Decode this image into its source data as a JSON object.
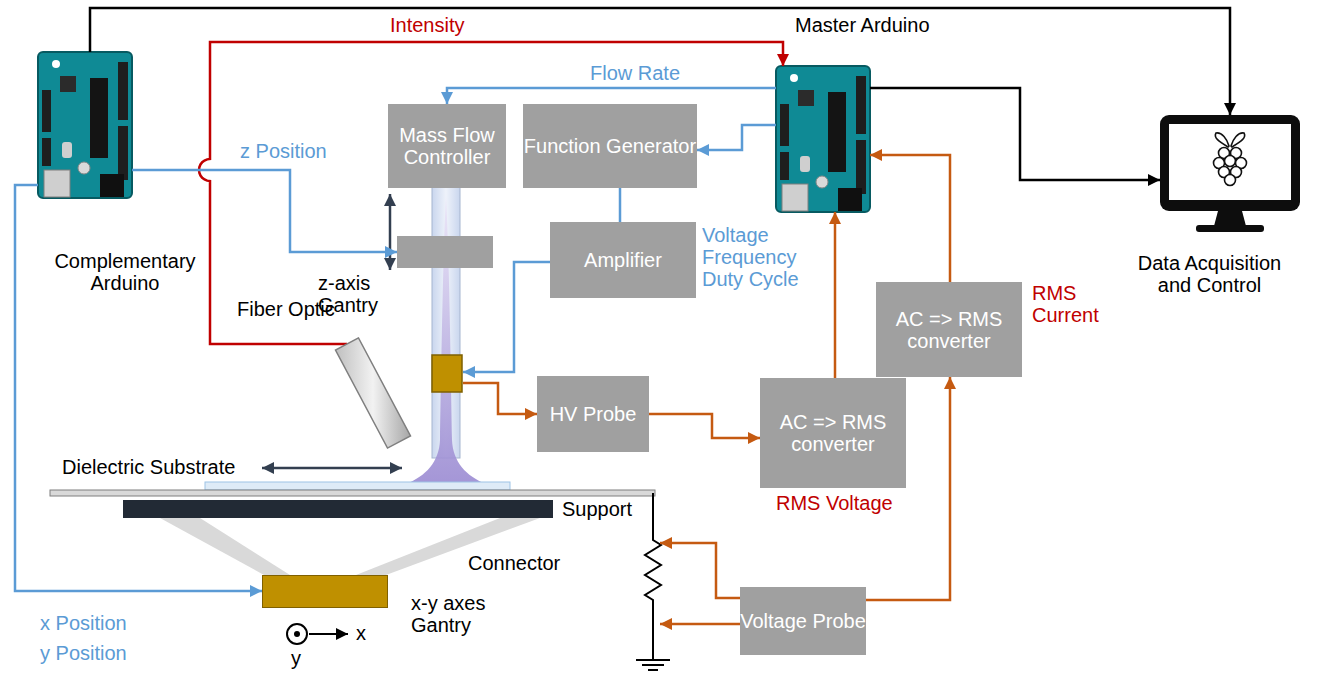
{
  "diagram": {
    "nodes": [
      {
        "text": [
          "Master Arduino"
        ]
      },
      {
        "text": [
          "Complementary Arduino"
        ]
      },
      {
        "text": [
          "Mass Flow Controller"
        ]
      },
      {
        "text": [
          "Function Generator"
        ]
      },
      {
        "text": [
          "Data Acquisition and Control"
        ]
      },
      {
        "text": [
          "z-axis Gantry"
        ]
      },
      {
        "text": [
          "Amplifier"
        ]
      },
      {
        "text": [
          "AC => RMS converter"
        ]
      },
      {
        "text": [
          "Fiber Optic"
        ]
      },
      {
        "text": [
          "HV Probe"
        ]
      },
      {
        "text": [
          "AC => RMS converter"
        ]
      },
      {
        "text": [
          "x-y axes Gantry"
        ]
      },
      {
        "text": [
          "Voltage Probe"
        ]
      }
    ],
    "edges": [
      {
        "from": 8,
        "to": 0,
        "arrow": "to",
        "label": "Intensity"
      },
      {
        "from": 0,
        "to": 2,
        "arrow": "to",
        "label": "Flow Rate"
      },
      {
        "from": 0,
        "to": 3,
        "arrow": "to"
      },
      {
        "from": 3,
        "to": 6,
        "arrow": "none"
      },
      {
        "from": 1,
        "to": 5,
        "arrow": "to",
        "label": "z Position"
      },
      {
        "from": 1,
        "to": 4,
        "arrow": "to"
      },
      {
        "from": 0,
        "to": 4,
        "arrow": "to"
      },
      {
        "from": 9,
        "to": 10,
        "arrow": "to"
      },
      {
        "from": 10,
        "to": 0,
        "arrow": "to"
      },
      {
        "from": 7,
        "to": 0,
        "arrow": "to"
      },
      {
        "from": 12,
        "to": 7,
        "arrow": "to"
      },
      {
        "from": 1,
        "to": 11,
        "arrow": "to"
      }
    ],
    "labels": [
      "Voltage Frequency Duty Cycle",
      "RMS Current",
      "RMS Voltage",
      "Dielectric Substrate",
      "Support",
      "Connector",
      "x Position",
      "y Position",
      "x",
      "y"
    ]
  }
}
